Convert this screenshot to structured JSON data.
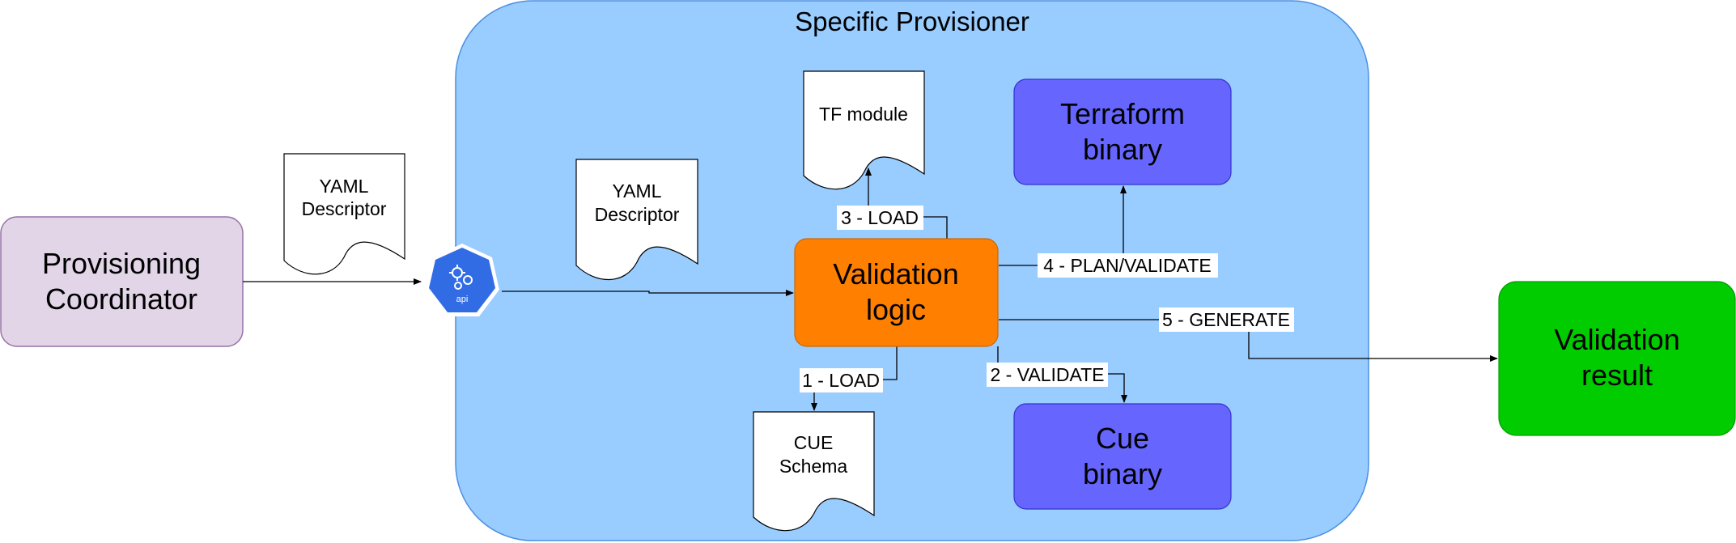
{
  "container": {
    "title": "Specific Provisioner"
  },
  "nodes": {
    "coordinator": {
      "line1": "Provisioning",
      "line2": "Coordinator"
    },
    "api": {
      "icon": "kubernetes-api-icon",
      "label": "api"
    },
    "validation_logic": {
      "line1": "Validation",
      "line2": "logic"
    },
    "terraform": {
      "line1": "Terraform",
      "line2": "binary"
    },
    "cue": {
      "line1": "Cue",
      "line2": "binary"
    },
    "result": {
      "line1": "Validation",
      "line2": "result"
    }
  },
  "documents": {
    "yaml_outer": {
      "line1": "YAML",
      "line2": "Descriptor"
    },
    "yaml_inner": {
      "line1": "YAML",
      "line2": "Descriptor"
    },
    "tf_module": {
      "line1": "TF module"
    },
    "cue_schema": {
      "line1": "CUE",
      "line2": "Schema"
    }
  },
  "edges": {
    "load_tf": "3 - LOAD",
    "plan_validate": "4 - PLAN/VALIDATE",
    "generate": "5 - GENERATE",
    "load_cue": "1 - LOAD",
    "validate": "2 - VALIDATE"
  },
  "colors": {
    "container_fill": "#99ccff",
    "container_stroke": "#4a90e2",
    "coordinator_fill": "#e1d5e7",
    "coordinator_stroke": "#9673a6",
    "validation_fill": "#ff8000",
    "binary_fill": "#6666ff",
    "result_fill": "#00cc00",
    "api_fill": "#326ce5"
  }
}
